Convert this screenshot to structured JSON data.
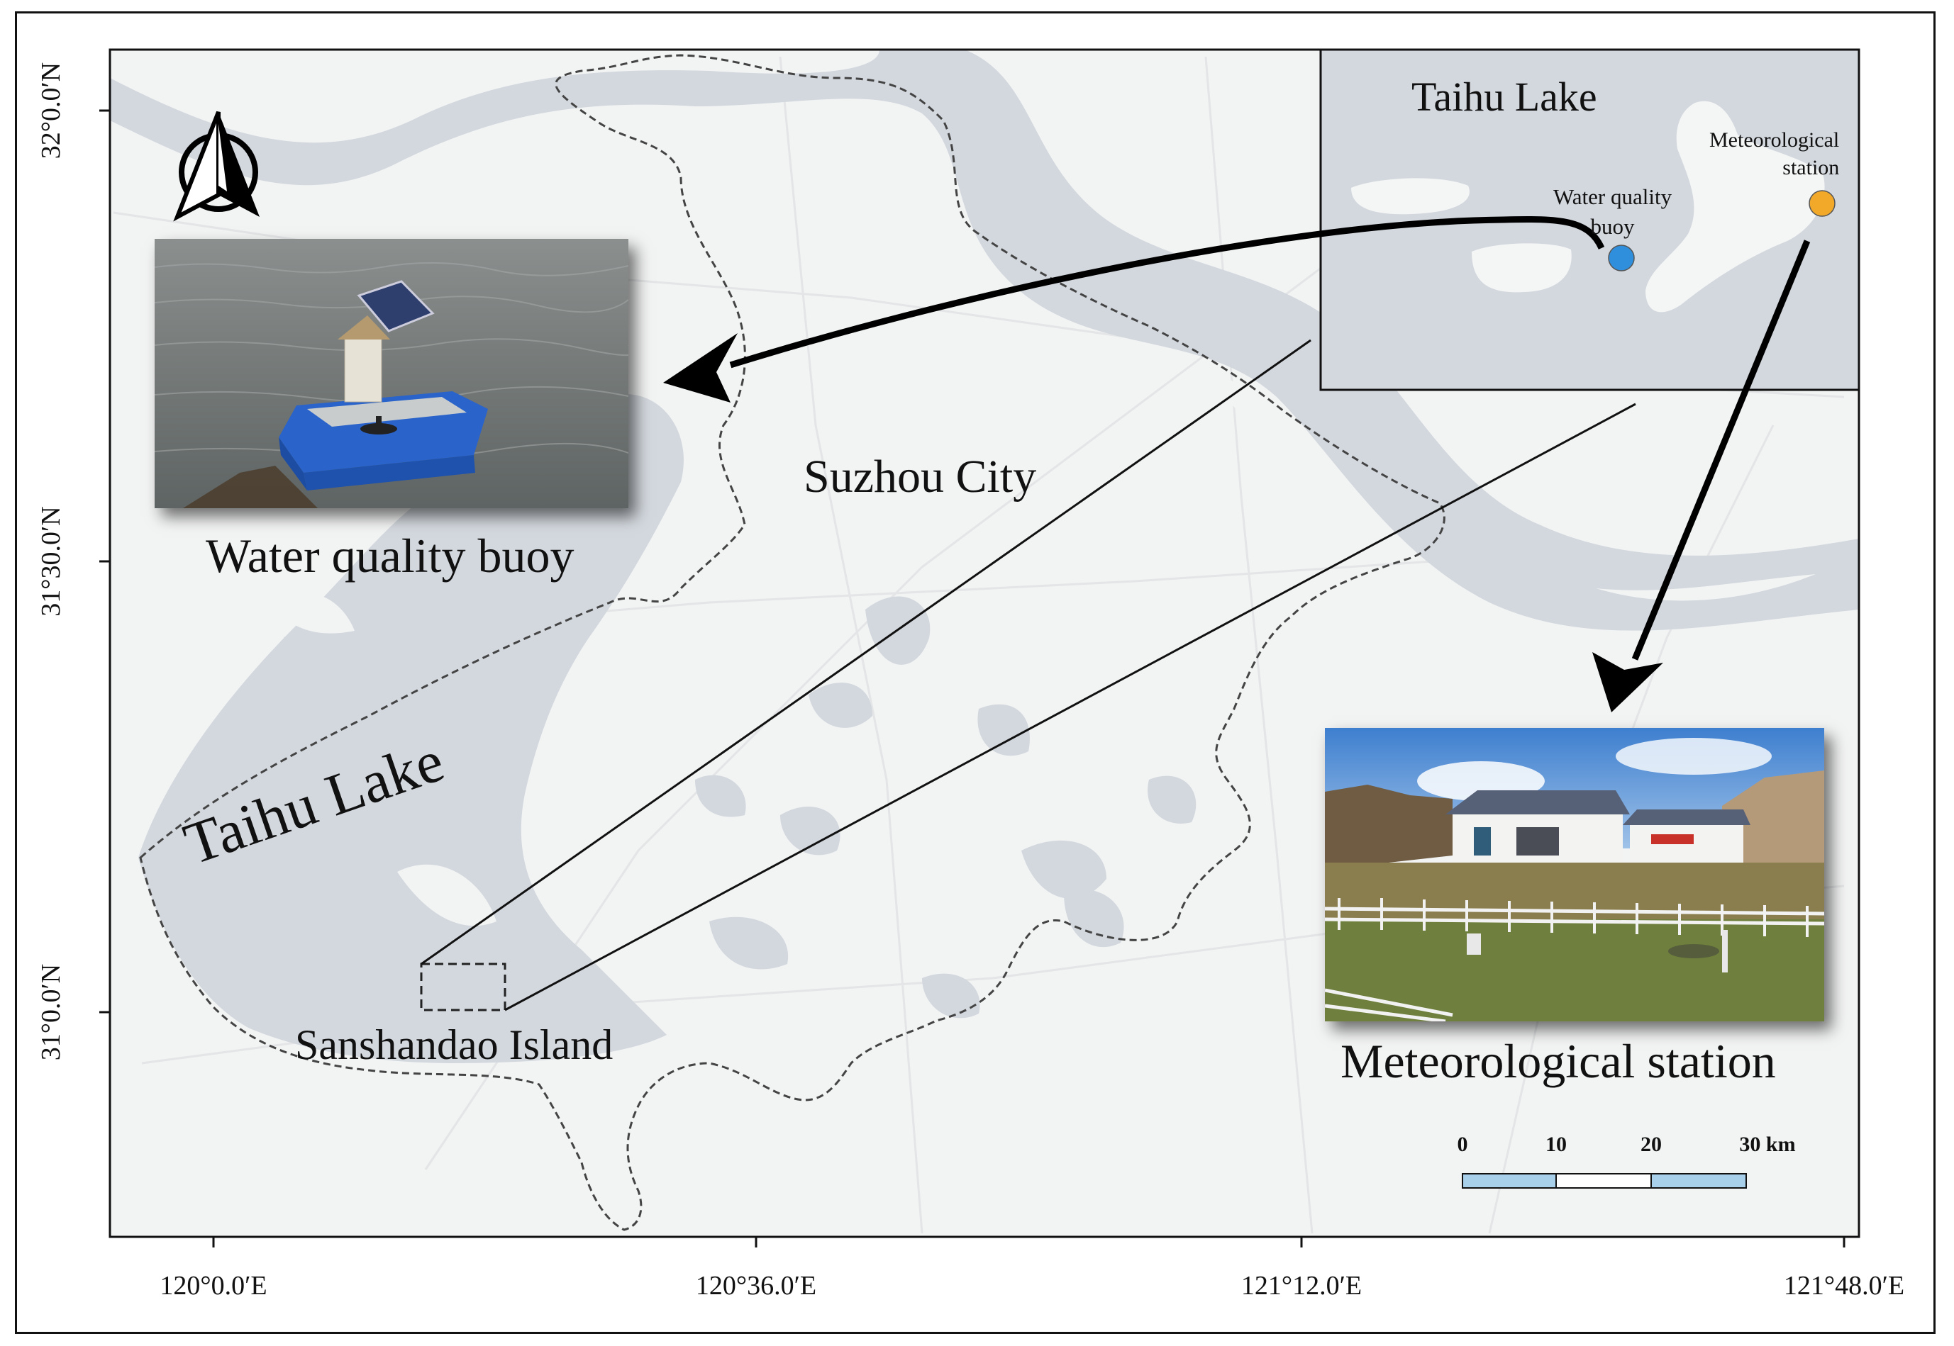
{
  "map": {
    "labels": {
      "suzhou_city": "Suzhou City",
      "taihu_lake_main": "Taihu Lake",
      "sanshandao_island": "Sanshandao Island"
    },
    "inset": {
      "title": "Taihu Lake",
      "meteorological_station": "Meteorological\nstation",
      "water_quality_buoy": "Water quality\nbuoy",
      "colors": {
        "buoy": "#2f8fdc",
        "station": "#f2a92a",
        "water": "#d3d8de",
        "land": "#f4f5f5"
      }
    },
    "photos": {
      "buoy_caption": "Water quality buoy",
      "station_caption": "Meteorological station"
    },
    "axes": {
      "lat_labels": [
        "32°0.0′N",
        "31°30.0′N",
        "31°0.0′N"
      ],
      "lon_labels": [
        "120°0.0′E",
        "120°36.0′E",
        "121°12.0′E",
        "121°48.0′E"
      ]
    },
    "scale_bar": {
      "ticks": [
        "0",
        "10",
        "20",
        "30 km"
      ],
      "colors": [
        "#a8d0ea",
        "#ffffff",
        "#a8d0ea"
      ]
    },
    "north_arrow": "north-arrow-icon"
  }
}
